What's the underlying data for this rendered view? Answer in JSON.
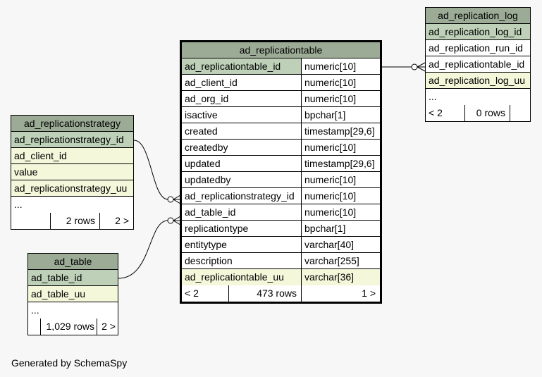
{
  "main_table": {
    "name": "ad_replicationtable",
    "columns": [
      {
        "name": "ad_replicationtable_id",
        "type": "numeric[10]",
        "kind": "pk"
      },
      {
        "name": "ad_client_id",
        "type": "numeric[10]",
        "kind": "plain"
      },
      {
        "name": "ad_org_id",
        "type": "numeric[10]",
        "kind": "plain"
      },
      {
        "name": "isactive",
        "type": "bpchar[1]",
        "kind": "plain"
      },
      {
        "name": "created",
        "type": "timestamp[29,6]",
        "kind": "plain"
      },
      {
        "name": "createdby",
        "type": "numeric[10]",
        "kind": "plain"
      },
      {
        "name": "updated",
        "type": "timestamp[29,6]",
        "kind": "plain"
      },
      {
        "name": "updatedby",
        "type": "numeric[10]",
        "kind": "plain"
      },
      {
        "name": "ad_replicationstrategy_id",
        "type": "numeric[10]",
        "kind": "plain"
      },
      {
        "name": "ad_table_id",
        "type": "numeric[10]",
        "kind": "plain"
      },
      {
        "name": "replicationtype",
        "type": "bpchar[1]",
        "kind": "plain"
      },
      {
        "name": "entitytype",
        "type": "varchar[40]",
        "kind": "plain"
      },
      {
        "name": "description",
        "type": "varchar[255]",
        "kind": "plain"
      },
      {
        "name": "ad_replicationtable_uu",
        "type": "varchar[36]",
        "kind": "fk"
      }
    ],
    "footer": {
      "left": "< 2",
      "rows": "473 rows",
      "right": "1 >"
    }
  },
  "replication_log": {
    "name": "ad_replication_log",
    "columns": [
      {
        "name": "ad_replication_log_id",
        "kind": "pk"
      },
      {
        "name": "ad_replication_run_id",
        "kind": "plain"
      },
      {
        "name": "ad_replicationtable_id",
        "kind": "plain"
      },
      {
        "name": "ad_replication_log_uu",
        "kind": "fk"
      },
      {
        "name": "...",
        "kind": "plain"
      }
    ],
    "footer": {
      "left": "< 2",
      "rows": "0 rows",
      "right": ""
    }
  },
  "replication_strategy": {
    "name": "ad_replicationstrategy",
    "columns": [
      {
        "name": "ad_replicationstrategy_id",
        "kind": "pk"
      },
      {
        "name": "ad_client_id",
        "kind": "fk"
      },
      {
        "name": "value",
        "kind": "fk"
      },
      {
        "name": "ad_replicationstrategy_uu",
        "kind": "fk"
      },
      {
        "name": "...",
        "kind": "plain"
      }
    ],
    "footer": {
      "left": "",
      "rows": "2 rows",
      "right": "2 >"
    }
  },
  "ad_table": {
    "name": "ad_table",
    "columns": [
      {
        "name": "ad_table_id",
        "kind": "pk"
      },
      {
        "name": "ad_table_uu",
        "kind": "fk"
      },
      {
        "name": "...",
        "kind": "plain"
      }
    ],
    "footer": {
      "left": "",
      "rows": "1,029 rows",
      "right": "2 >"
    }
  },
  "generated_by": "Generated by SchemaSpy",
  "colors": {
    "header": "#9bab96",
    "pk": "#bed1b8",
    "highlight": "#f4f7da",
    "background": "#f7f7f7"
  }
}
